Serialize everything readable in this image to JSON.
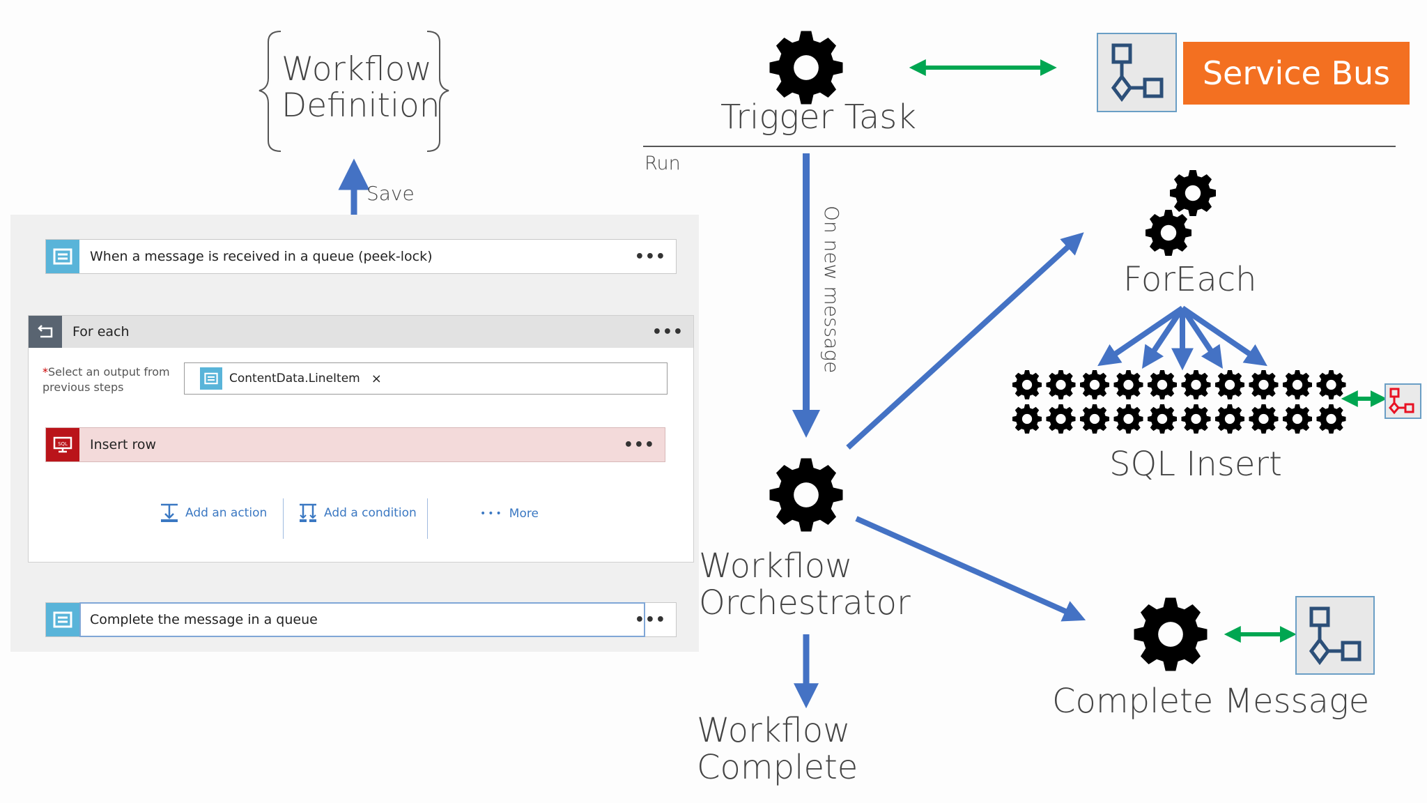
{
  "left": {
    "definition": {
      "line1": "Workflow",
      "line2": "Definition"
    },
    "save_label": "Save",
    "trigger_card": {
      "text": "When a message is received in a queue (peek-lock)",
      "more": "•••"
    },
    "foreach": {
      "title": "For each",
      "more": "•••",
      "required_mark": "*",
      "select_label_1": "Select an output from",
      "select_label_2": "previous steps",
      "token": "ContentData.LineItem",
      "token_remove": "×",
      "insert_row": "Insert row",
      "insert_more": "•••",
      "add_action": "Add an action",
      "add_condition": "Add a condition",
      "more_dots": "•••",
      "more_label": "More"
    },
    "complete_card": {
      "text": "Complete the message in a queue",
      "more": "•••"
    }
  },
  "right": {
    "trigger_task": "Trigger Task",
    "service_bus": "Service Bus",
    "run": "Run",
    "on_new_message": "On new message",
    "foreach": "ForEach",
    "sql_insert": "SQL Insert",
    "orchestrator": {
      "line1": "Workflow",
      "line2": "Orchestrator"
    },
    "complete_message": "Complete Message",
    "workflow_complete": {
      "line1": "Workflow",
      "line2": "Complete"
    }
  },
  "colors": {
    "blue_arrow": "#4472c4",
    "green_arrow": "#00a651",
    "service_bus_orange": "#f37021",
    "logic_blue": "#59b4d9",
    "sql_red": "#ba141a",
    "insert_row_bg": "#f3dada",
    "foreach_header": "#e2e2e2",
    "red_icon": "#e81123"
  },
  "icons": [
    "gear-icon",
    "service-bus-icon",
    "queue-icon",
    "foreach-loop-icon",
    "sql-icon",
    "add-action-icon",
    "add-condition-icon"
  ]
}
